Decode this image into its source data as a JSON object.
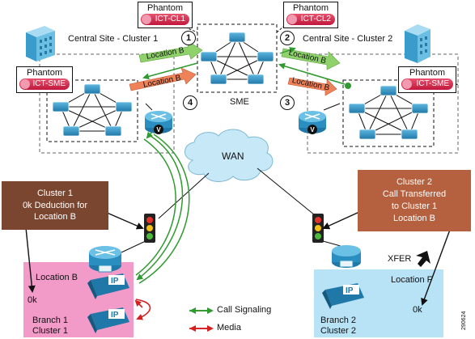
{
  "phantoms": {
    "cl1": {
      "label": "Phantom",
      "device": "ICT-CL1"
    },
    "cl2": {
      "label": "Phantom",
      "device": "ICT-CL2"
    },
    "sme_left": {
      "label": "Phantom",
      "device": "ICT-SME"
    },
    "sme_right": {
      "label": "Phantom",
      "device": "ICT-SME"
    }
  },
  "sites": {
    "cluster1": "Central Site - Cluster 1",
    "cluster2": "Central Site - Cluster 2",
    "sme": "SME",
    "wan": "WAN"
  },
  "steps": [
    "1",
    "2",
    "3",
    "4"
  ],
  "arrows": {
    "step1": "Location B",
    "step2": "Location B",
    "step3": "Location B",
    "step4": "Location B"
  },
  "callouts": {
    "left": [
      "Cluster 1",
      "0k Deduction for",
      "Location B"
    ],
    "right": [
      "Cluster 2",
      "Call Transferred",
      "to Cluster 1",
      "Location B"
    ]
  },
  "branch1": {
    "location": "Location B",
    "bandwidth": "0k",
    "name": "Branch 1",
    "cluster": "Cluster 1"
  },
  "branch2": {
    "location": "Location F",
    "bandwidth": "0k",
    "name": "Branch 2",
    "cluster": "Cluster 2",
    "action": "XFER"
  },
  "legend": {
    "signaling": "Call Signaling",
    "media": "Media"
  },
  "figure_id": "290624",
  "colors": {
    "signaling": "#2f9a2f",
    "media": "#d62020",
    "arrow_green": "#8fd16a",
    "arrow_orange": "#f0825a",
    "callout_left": "#7a4630",
    "callout_right": "#b5603f",
    "branch1_bg": "#f29ac8",
    "branch2_bg": "#b8e2f5",
    "device_blue": "#2a8fc0",
    "cloud": "#c6e8f7"
  }
}
